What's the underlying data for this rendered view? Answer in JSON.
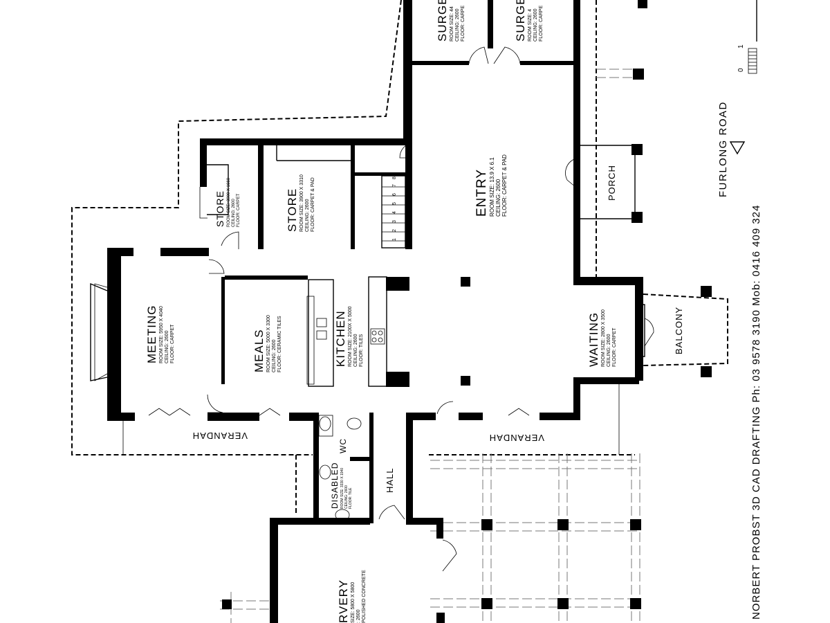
{
  "rooms": {
    "surgery1": {
      "name": "SURGE",
      "size": "ROOM SIZE: 44",
      "ceiling": "CEILING: 2600",
      "floor": "FLOOR: CARPE"
    },
    "surgery2": {
      "name": "SURGE",
      "size": "ROOM SIZE: 4",
      "ceiling": "CEILING: 2600",
      "floor": "FLOOR: CARPE"
    },
    "store1": {
      "name": "STORE",
      "size": "ROOM SIZE: 3900 X 1660",
      "ceiling": "CEILING: 2600",
      "floor": "FLOOR: CARPET"
    },
    "store2": {
      "name": "STORE",
      "size": "ROOM SIZE: 3900 X 3310",
      "ceiling": "CEILING: 2600",
      "floor": "FLOOR: CARPET & PAD"
    },
    "entry": {
      "name": "ENTRY",
      "size": "ROOM SIZE: 13.9 X 6.1",
      "ceiling": "CEILING: 2600",
      "floor": "FLOOR: CARPET & PAD"
    },
    "porch": {
      "name": "PORCH"
    },
    "meeting": {
      "name": "MEETING",
      "size": "ROOM SIZE: 5950 X 4040",
      "ceiling": "CEILING: 2600",
      "floor": "FLOOR: CARPET"
    },
    "meals": {
      "name": "MEALS",
      "size": "ROOM SIZE: 5000 X 3300",
      "ceiling": "CEILING: 2600",
      "floor": "FLOOR: CERAMIC TILES"
    },
    "kitchen": {
      "name": "KITCHEN",
      "size": "ROOM SIZE: 2100X X 5000",
      "ceiling": "CEILING: 2600",
      "floor": "FLOOR: TILES"
    },
    "waiting": {
      "name": "WAITING",
      "size": "ROOM SIZE: 2800 X 3500",
      "ceiling": "CEILING: 2600",
      "floor": "FLOOR: CARPET"
    },
    "balcony": {
      "name": "BALCONY"
    },
    "verandah_left": {
      "name": "VERANDAH"
    },
    "verandah_right": {
      "name": "VERANDAH"
    },
    "wc": {
      "name": "WC"
    },
    "disabled": {
      "name": "DISABLED",
      "size": "ROOM SIZE: 3330 X 1940",
      "ceiling": "CEILING: 2600",
      "floor": "FLOOR: TILE"
    },
    "hall": {
      "name": "HALL"
    },
    "surgery_bottom": {
      "name": "RVERY",
      "size": "SIZE: 5800 X 5800",
      "ceiling": ": 2600",
      "floor": "POLISHED CONCRETE"
    }
  },
  "road_label": "FURLONG ROAD",
  "drafting_credit": "NORBERT PROBST  3D CAD DRAFTING  Ph: 03 9578 3190  Mob: 0416 409 324",
  "stair_numbers": [
    "1",
    "2",
    "3",
    "4",
    "5",
    "6",
    "7",
    "8"
  ],
  "scale": {
    "zero": "0",
    "one": "1"
  }
}
